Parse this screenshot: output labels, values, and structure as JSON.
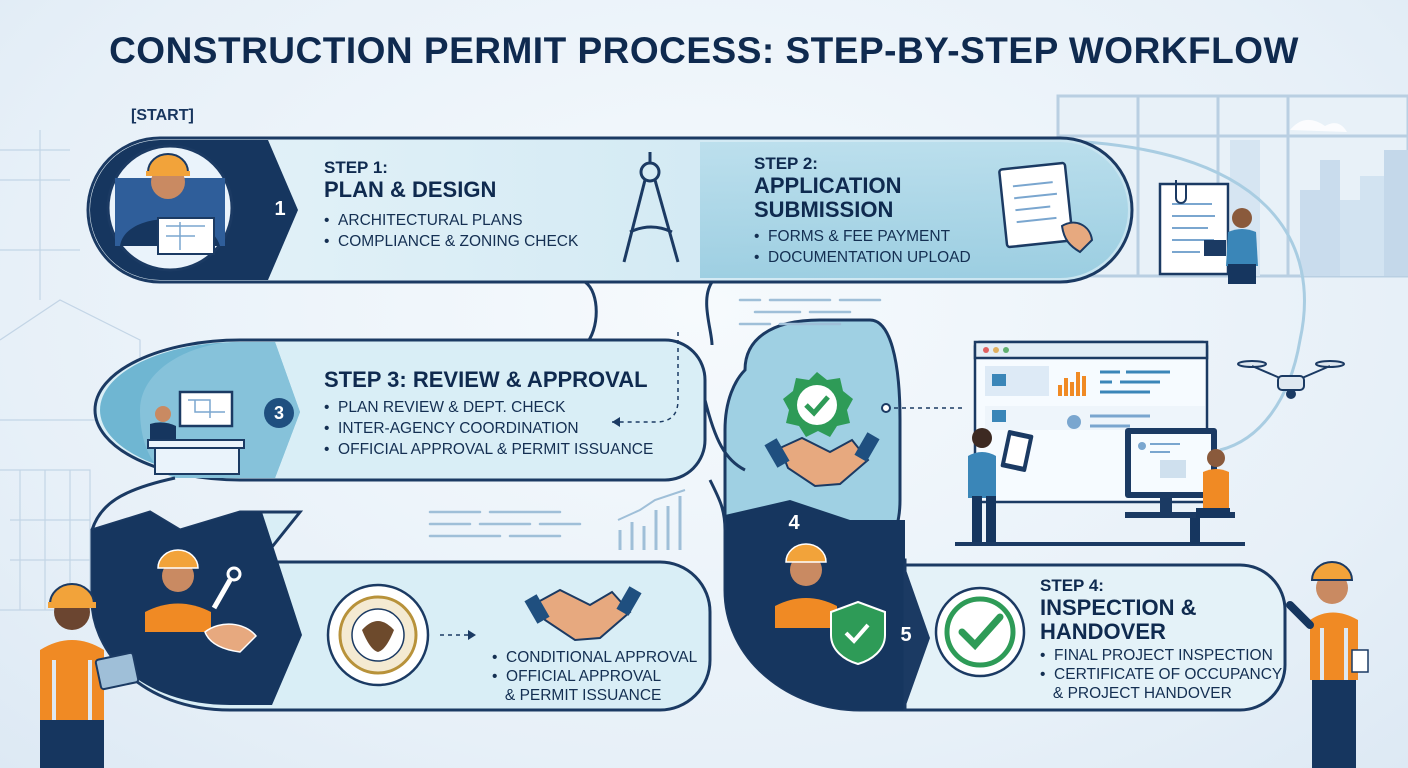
{
  "title": "CONSTRUCTION PERMIT PROCESS: STEP-BY-STEP WORKFLOW",
  "start_label": "[START]",
  "steps": [
    {
      "label": "STEP 1:",
      "name": "PLAN & DESIGN",
      "number": "1",
      "items": [
        "ARCHITECTURAL PLANS",
        "COMPLIANCE & ZONING CHECK"
      ]
    },
    {
      "label": "STEP 2:",
      "name_lines": [
        "APPLICATION",
        "SUBMISSION"
      ],
      "items": [
        "FORMS & FEE PAYMENT",
        "DOCUMENTATION UPLOAD"
      ]
    },
    {
      "title": "STEP 3: REVIEW & APPROVAL",
      "number": "3",
      "items": [
        "PLAN REVIEW & DEPT. CHECK",
        "INTER-AGENCY COORDINATION",
        "OFFICIAL APPROVAL & PERMIT ISSUANCE"
      ]
    },
    {
      "number": "4",
      "items": [
        "CONDITIONAL APPROVAL",
        "OFFICIAL APPROVAL",
        "& PERMIT ISSUANCE"
      ]
    },
    {
      "label": "STEP 4:",
      "name_lines": [
        "INSPECTION &",
        "HANDOVER"
      ],
      "number": "5",
      "items": [
        "FINAL PROJECT INSPECTION",
        "CERTIFICATE OF OCCUPANCY",
        "& PROJECT HANDOVER"
      ]
    }
  ],
  "colors": {
    "navy": "#16365f",
    "light_band": "#cfe8f3",
    "mid_band": "#9fd0e3",
    "outline": "#1b3a63",
    "check_green": "#2e9b57",
    "vest_orange": "#f08a24",
    "helmet_orange": "#f2a33a"
  },
  "icons": [
    "engineer-icon",
    "compass-icon",
    "document-hand-icon",
    "clipboard-document-icon",
    "official-seal-icon",
    "handshake-icon",
    "checkmark-badge-icon",
    "shield-check-icon",
    "drone-icon",
    "dashboard-screen-icon",
    "bar-chart-icon"
  ]
}
